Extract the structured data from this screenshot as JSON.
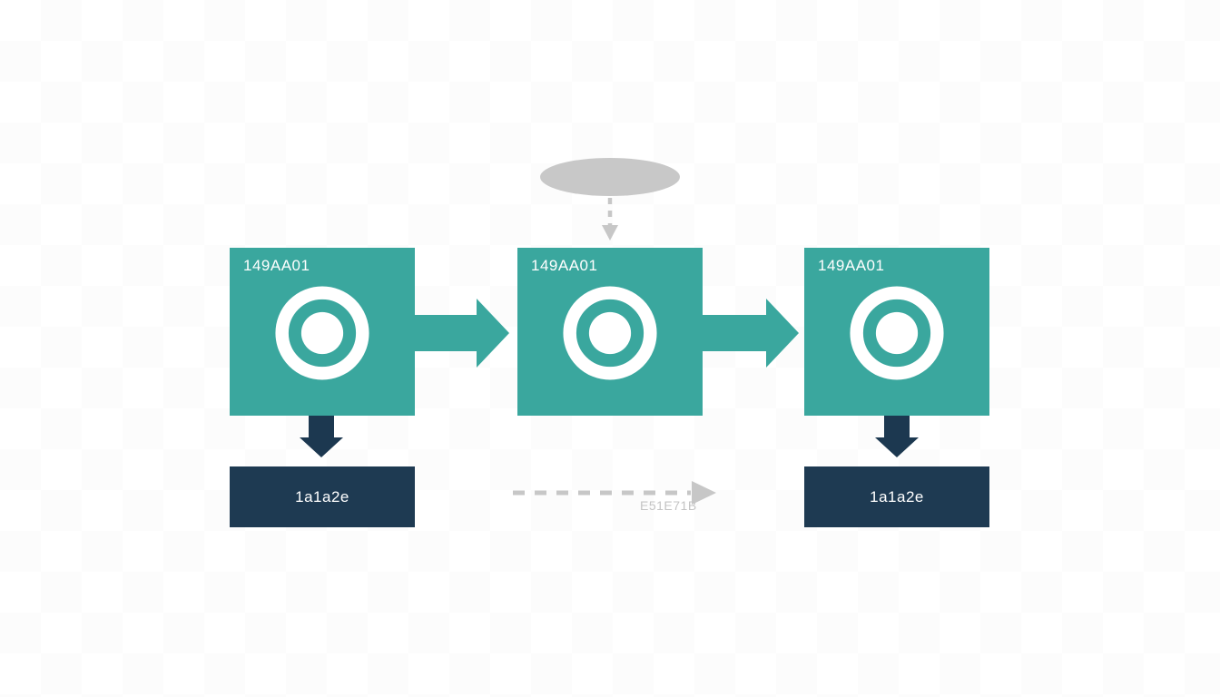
{
  "diagram": {
    "stages": [
      {
        "label": "149AA01",
        "icon": "target-icon"
      },
      {
        "label": "149AA01",
        "icon": "target-icon"
      },
      {
        "label": "149AA01",
        "icon": "target-icon"
      }
    ],
    "outputs": [
      {
        "label": "1a1a2e"
      },
      {
        "label": "1a1a2e"
      }
    ],
    "dashed_flow_label": "E51E71B",
    "colors": {
      "stage_teal": "#3aa79e",
      "output_navy": "#1e3a52",
      "arrow_navy": "#1c3850",
      "muted_gray": "#c7c7c7",
      "text_white": "#ffffff"
    }
  }
}
